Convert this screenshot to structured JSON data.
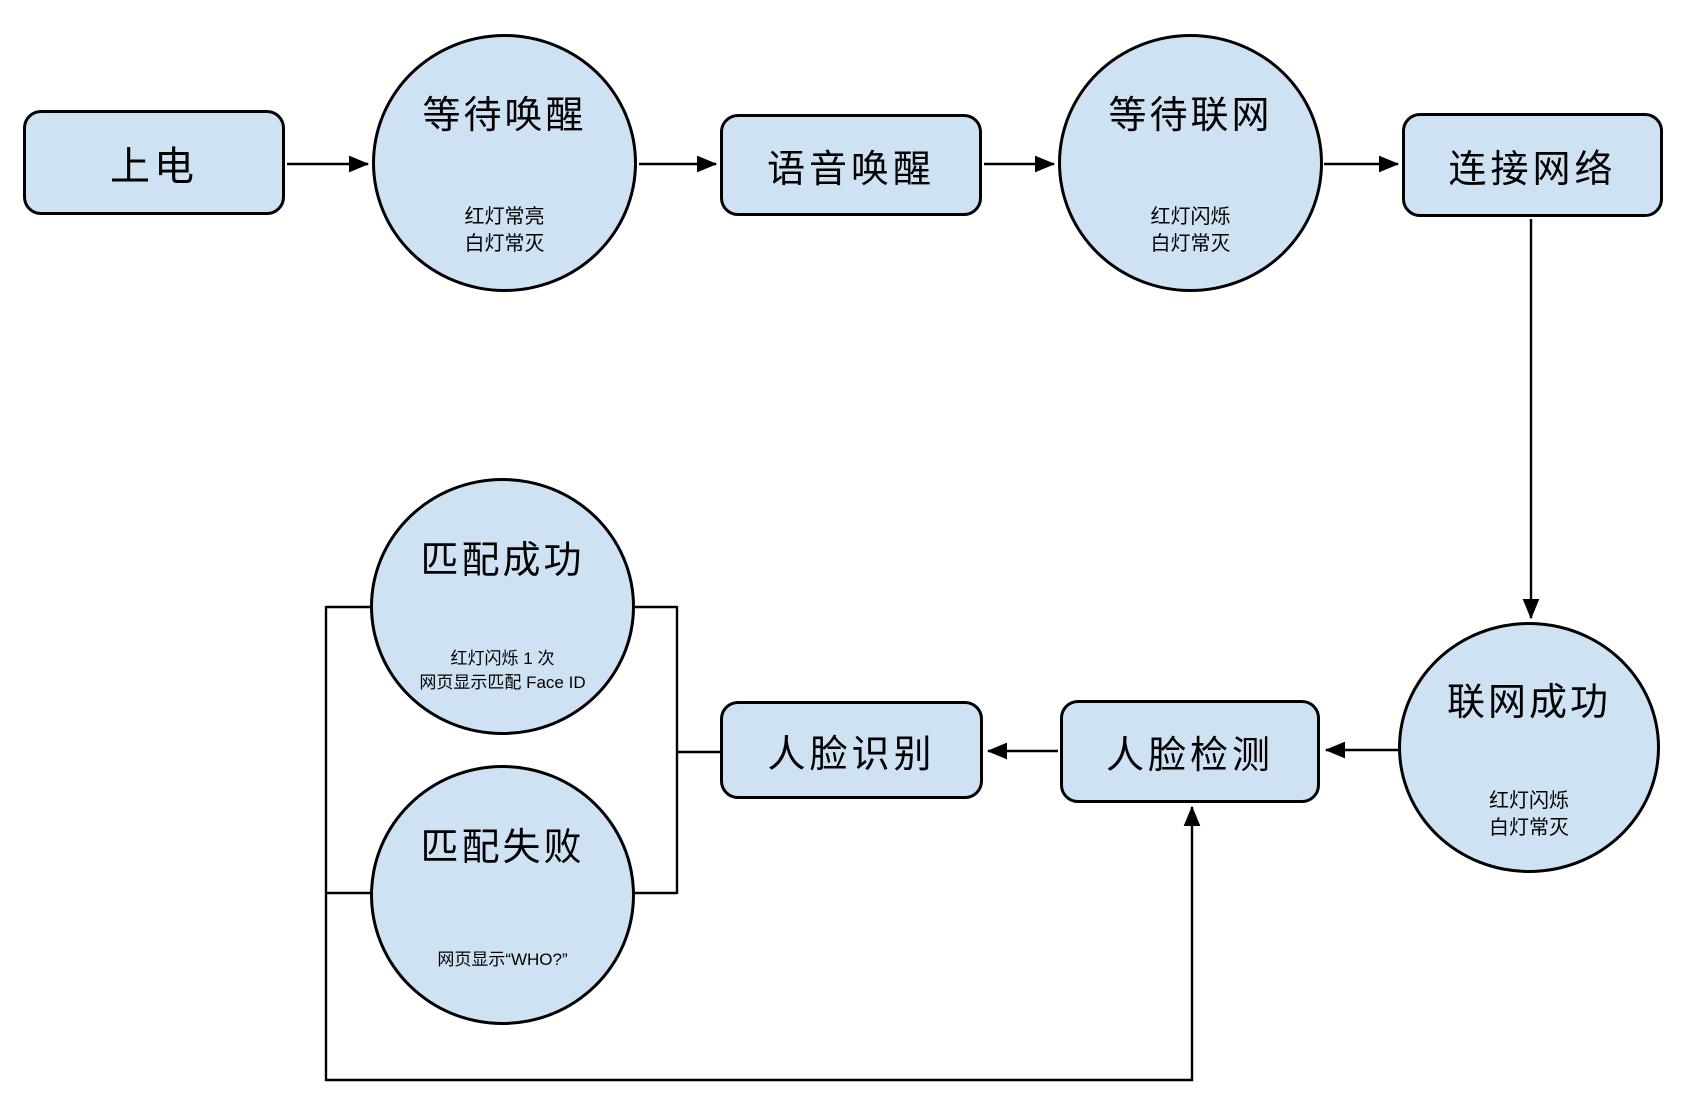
{
  "diagram": {
    "colors": {
      "page_bg": "#ffffff",
      "node_fill": "#cfe2f3",
      "node_border": "#000000",
      "edge_color": "#000000"
    },
    "nodes": {
      "power_on": {
        "label": "上电"
      },
      "wait_wake": {
        "title": "等待唤醒",
        "sub1": "红灯常亮",
        "sub2": "白灯常灭"
      },
      "voice_wake": {
        "label": "语音唤醒"
      },
      "wait_network": {
        "title": "等待联网",
        "sub1": "红灯闪烁",
        "sub2": "白灯常灭"
      },
      "connect_network": {
        "label": "连接网络"
      },
      "network_success": {
        "title": "联网成功",
        "sub1": "红灯闪烁",
        "sub2": "白灯常灭"
      },
      "face_detect": {
        "label": "人脸检测"
      },
      "face_recognize": {
        "label": "人脸识别"
      },
      "match_success": {
        "title": "匹配成功",
        "sub1": "红灯闪烁 1 次",
        "sub2": "网页显示匹配 Face ID"
      },
      "match_fail": {
        "title": "匹配失败",
        "sub1": "网页显示“WHO?”"
      }
    }
  }
}
